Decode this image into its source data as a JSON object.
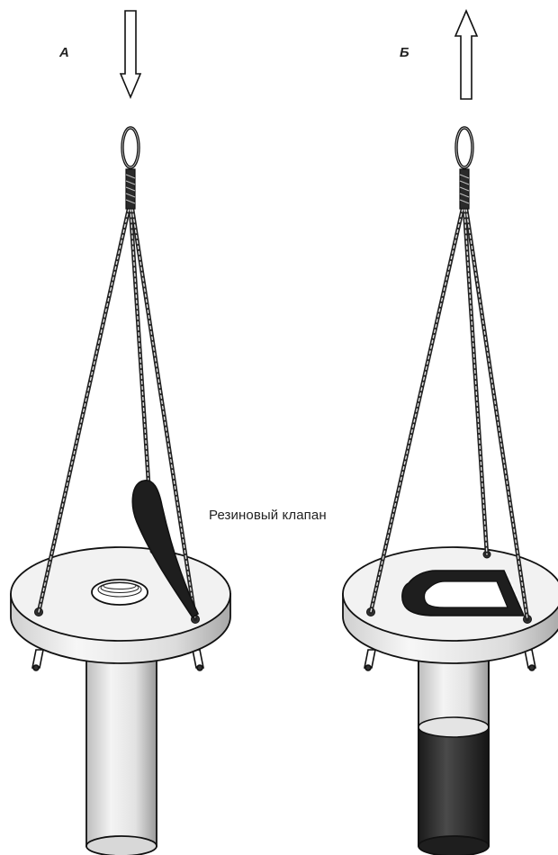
{
  "labels": {
    "panel_a": "А",
    "panel_b": "Б",
    "valve": "Резиновый клапан"
  },
  "colors": {
    "outline": "#111111",
    "valve_fill": "#1e1e1e",
    "liquid_fill": "#2a2a2a",
    "background": "#ffffff"
  },
  "icons": {
    "panel_a_arrow": "arrow-down",
    "panel_b_arrow": "arrow-up"
  }
}
